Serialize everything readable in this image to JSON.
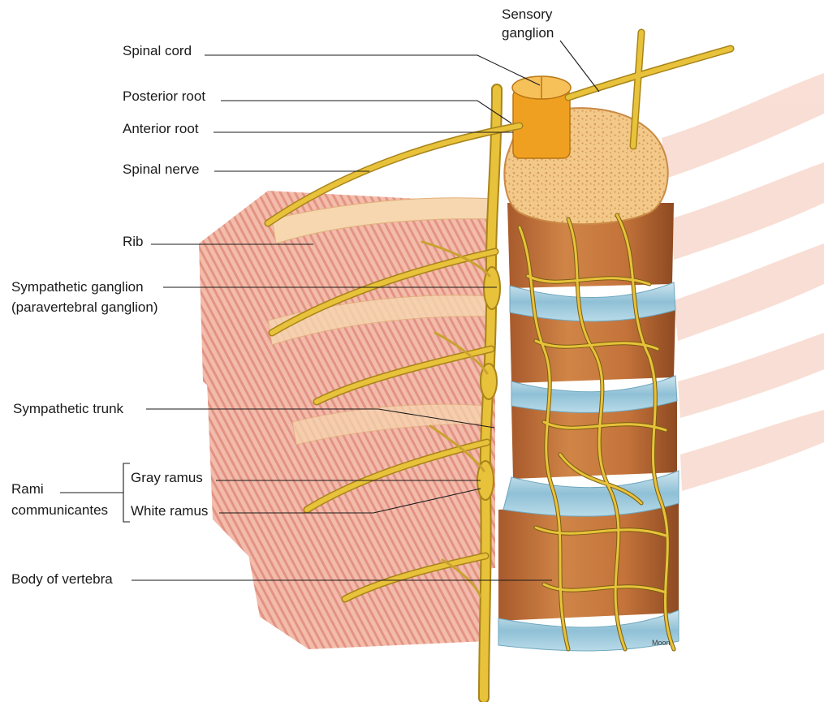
{
  "labels": {
    "sensory_ganglion_line1": "Sensory",
    "sensory_ganglion_line2": "ganglion",
    "spinal_cord": "Spinal cord",
    "posterior_root": "Posterior root",
    "anterior_root": "Anterior root",
    "spinal_nerve": "Spinal nerve",
    "rib": "Rib",
    "sympathetic_ganglion_line1": "Sympathetic ganglion",
    "sympathetic_ganglion_line2": "(paravertebral ganglion)",
    "sympathetic_trunk": "Sympathetic trunk",
    "rami_line1": "Rami",
    "rami_line2": "communicantes",
    "gray_ramus": "Gray ramus",
    "white_ramus": "White ramus",
    "body_of_vertebra": "Body of vertebra"
  },
  "artist_credit": "Moon",
  "colors": {
    "nerve": "#e8c23a",
    "nerve_outline": "#a8841a",
    "vertebra": "#c9773e",
    "vertebra_dark": "#9a5128",
    "disc": "#a9cfe0",
    "muscle": "#e58a72",
    "bone_cut": "#f3c98a",
    "spinal_cord": "#f0a020",
    "leader": "#1a1a1a"
  }
}
